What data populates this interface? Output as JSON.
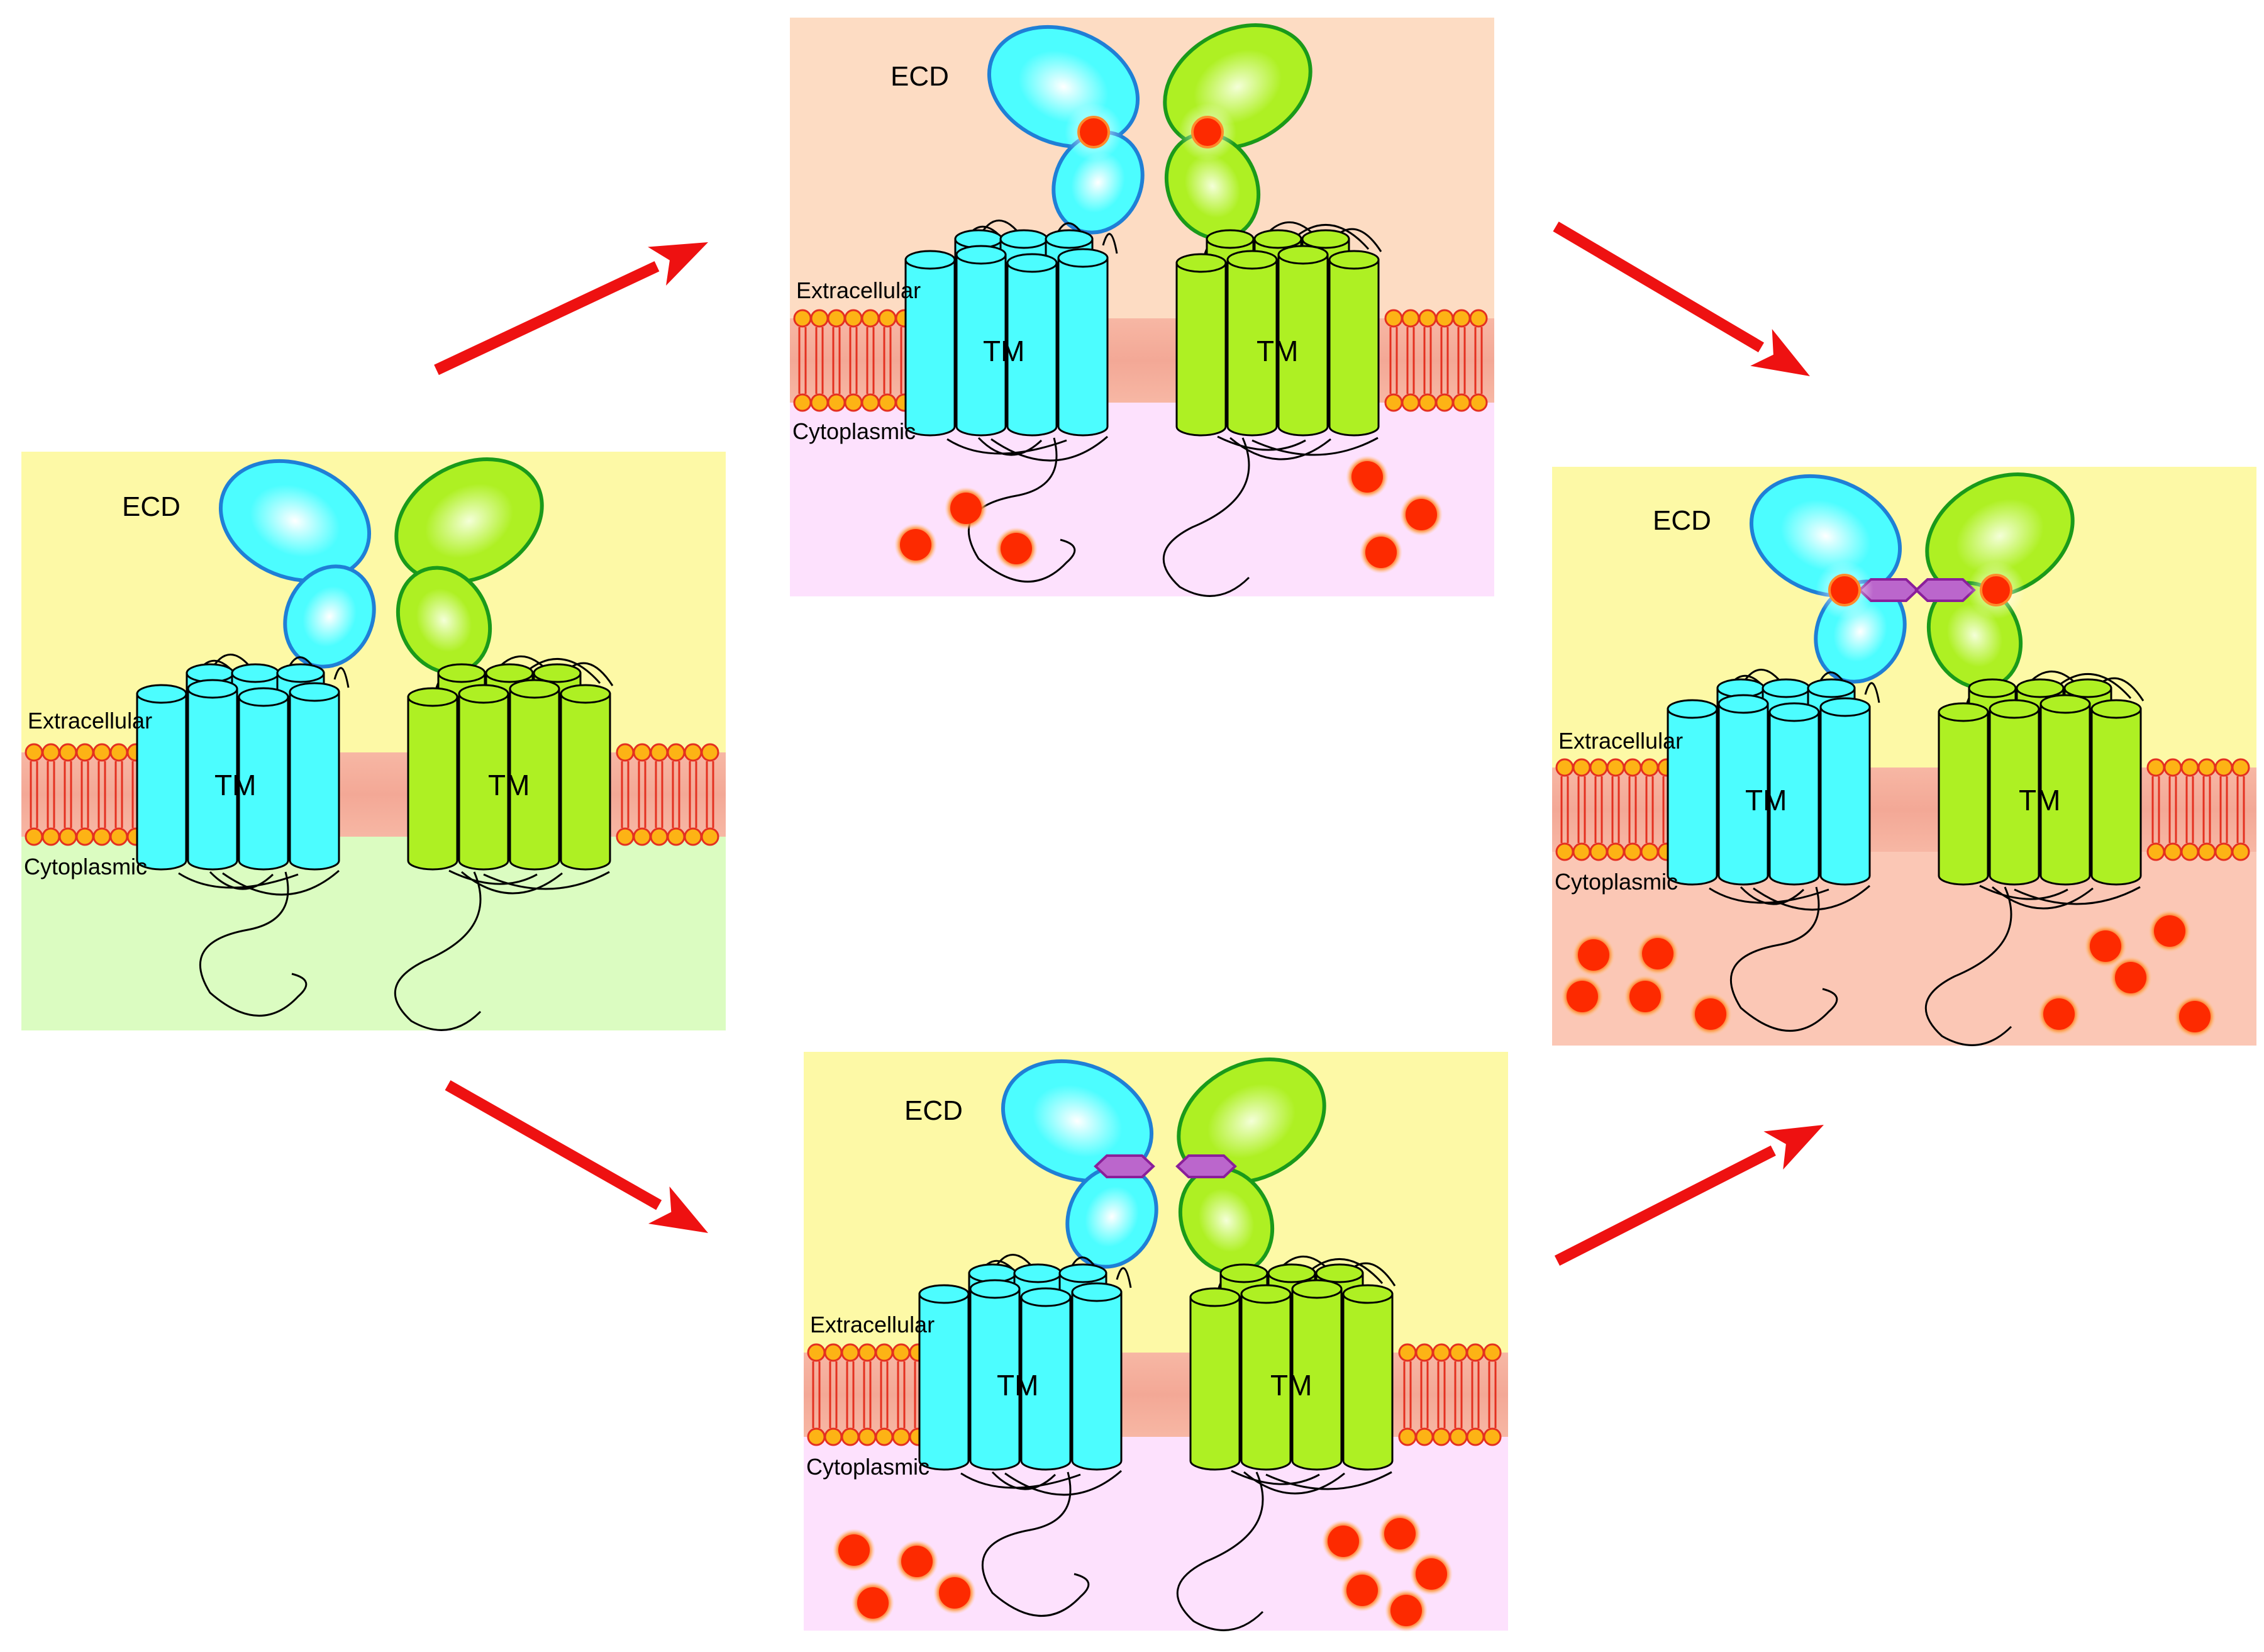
{
  "panels": [
    {
      "id": "apo",
      "ecd": "ECD",
      "extracellular": "Extracellular",
      "cytoplasmic": "Cytoplasmic",
      "tm_left": "TM",
      "tm_right": "TM",
      "colors": {
        "top": "#fdf9a6",
        "bottom": "#dbfcc1"
      },
      "ligand": "none",
      "ion_count": 0
    },
    {
      "id": "agonist",
      "ecd": "ECD",
      "extracellular": "Extracellular",
      "cytoplasmic": "Cytoplasmic",
      "tm_left": "TM",
      "tm_right": "TM",
      "colors": {
        "top": "#fddcc3",
        "bottom": "#fde1fd"
      },
      "ligand": "agonist",
      "ion_count": 6
    },
    {
      "id": "pam",
      "ecd": "ECD",
      "extracellular": "Extracellular",
      "cytoplasmic": "Cytoplasmic",
      "tm_left": "TM",
      "tm_right": "TM",
      "colors": {
        "top": "#fdf9a6",
        "bottom": "#fde1fd"
      },
      "ligand": "modulator",
      "ion_count": 9
    },
    {
      "id": "agonist-pam",
      "ecd": "ECD",
      "extracellular": "Extracellular",
      "cytoplasmic": "Cytoplasmic",
      "tm_left": "TM",
      "tm_right": "TM",
      "colors": {
        "top": "#fdf9a6",
        "bottom": "#fbc7b5"
      },
      "ligand": "both",
      "ion_count": 10
    }
  ],
  "colors": {
    "blue_fill": "#4cfdff",
    "blue_stroke": "#1f7fd6",
    "green_fill": "#aef023",
    "green_stroke": "#1a9a1a",
    "agonist": "#fd2a00",
    "modulator": "#bb66cc",
    "arrow": "#ee1111",
    "membrane": "#f7b0a0",
    "lipid_head": "#fdb315",
    "lipid_edge": "#e43020"
  },
  "arrows": [
    "to-agonist",
    "agonist-to-both",
    "to-modulator",
    "modulator-to-both"
  ]
}
